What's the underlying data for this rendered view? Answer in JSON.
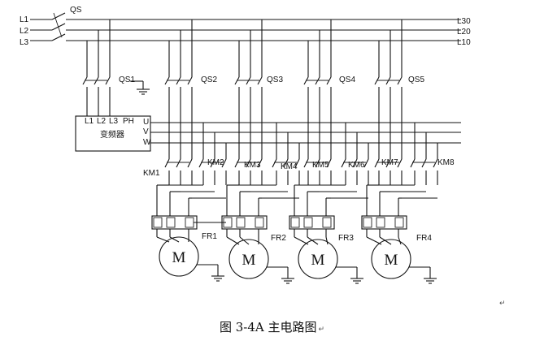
{
  "diagram": {
    "lines": [
      "L1",
      "L2",
      "L3"
    ],
    "line_ends": [
      "L30",
      "L20",
      "L10"
    ],
    "main_switch": "QS",
    "switches": [
      "QS1",
      "QS2",
      "QS3",
      "QS4",
      "QS5"
    ],
    "inverter": {
      "inputs": [
        "L1",
        "L2",
        "L3",
        "PH"
      ],
      "outputs": [
        "U",
        "V",
        "W"
      ],
      "label": "变频器"
    },
    "contactors": [
      "KM1",
      "KM2",
      "KM3",
      "KM4",
      "KM5",
      "KM6",
      "KM7",
      "KM8"
    ],
    "relays": [
      "FR1",
      "FR2",
      "FR3",
      "FR4"
    ],
    "motors": [
      "M",
      "M",
      "M",
      "M"
    ]
  },
  "caption": "图 3-4A 主电路图",
  "caption_mark": "↵",
  "para_mark": "↵"
}
